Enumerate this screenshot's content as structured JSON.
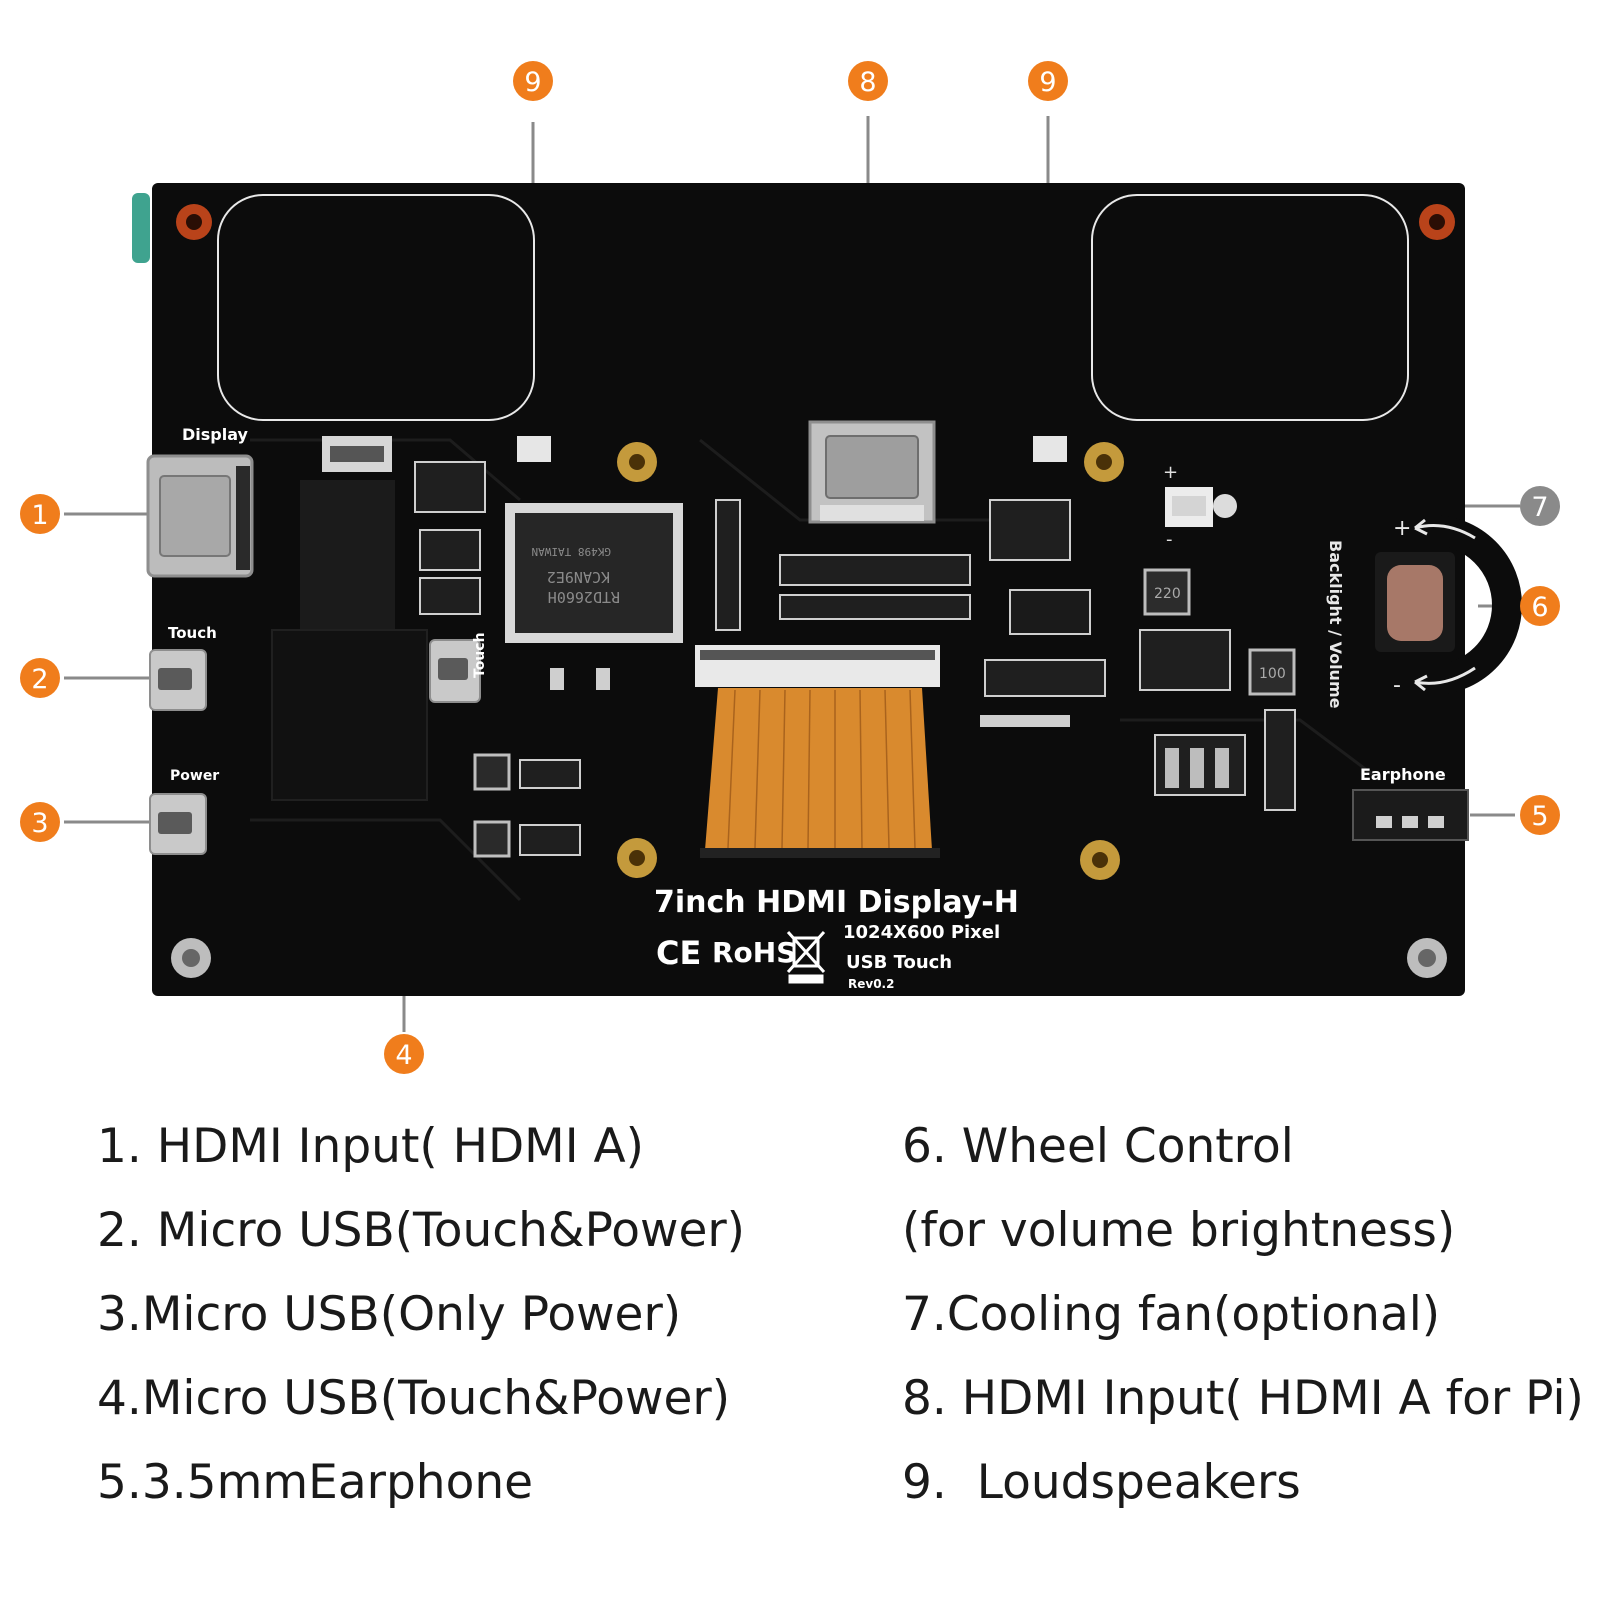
{
  "board": {
    "title": "7inch HDMI Display-H",
    "resolution": "1024X600 Pixel",
    "touch": "USB Touch",
    "revision": "Rev0.2",
    "rohs": "RoHS",
    "ce": "CE",
    "labels": {
      "display": "Display",
      "touch_left": "Touch",
      "power": "Power",
      "touch_inner": "Touch",
      "earphone": "Earphone",
      "backlight_volume": "Backlight / Volume",
      "plus": "+",
      "minus": "-",
      "fan_plus": "+",
      "fan_minus": "-"
    },
    "chip": {
      "line1": "RTD2660H",
      "line2": "KCAN9E2",
      "line3": "GK498 TAIWAN"
    },
    "inductor_1": "220",
    "inductor_2": "100"
  },
  "callouts": {
    "c1": "1",
    "c2": "2",
    "c3": "3",
    "c4": "4",
    "c5": "5",
    "c6": "6",
    "c7": "7",
    "c8": "8",
    "c9a": "9",
    "c9b": "9"
  },
  "colors": {
    "callout_orange": "#f07d1c",
    "callout_gray": "#8a8a8a",
    "pcb": "#0c0c0c",
    "flex_cable": "#d98a2e"
  },
  "legend": {
    "left": [
      "1. HDMI Input( HDMI A)",
      "2. Micro USB(Touch&Power)",
      "3.Micro USB(Only Power)",
      "4.Micro USB(Touch&Power)",
      "5.3.5mmEarphone"
    ],
    "right": [
      "6. Wheel Control",
      "(for volume brightness)",
      "7.Cooling fan(optional)",
      "8. HDMI Input( HDMI A for Pi)",
      "9.  Loudspeakers"
    ]
  }
}
